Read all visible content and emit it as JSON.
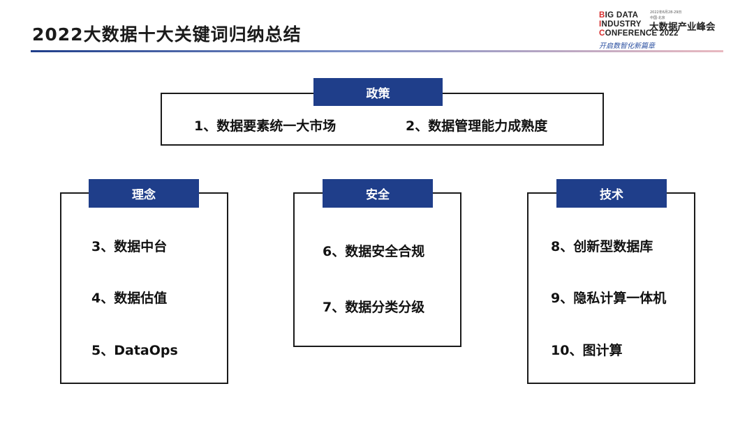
{
  "title": "2022大数据十大关键词归纳总结",
  "logo": {
    "line1": {
      "accent": "B",
      "rest": "IG DATA"
    },
    "line2": {
      "accent": "I",
      "rest": "NDUSTRY"
    },
    "line3": {
      "accent": "C",
      "rest": "ONFERENCE 2022"
    },
    "date": "2022年6月28-29日",
    "city": "中国·北京",
    "cn_name": "大数据产业峰会",
    "slogan": "开启数智化新篇章"
  },
  "sections": {
    "policy": {
      "label": "政策",
      "items": [
        "1、数据要素统一大市场",
        "2、数据管理能力成熟度"
      ]
    },
    "concept": {
      "label": "理念",
      "items": [
        "3、数据中台",
        "4、数据估值",
        "5、DataOps"
      ]
    },
    "security": {
      "label": "安全",
      "items": [
        "6、数据安全合规",
        "7、数据分类分级"
      ]
    },
    "tech": {
      "label": "技术",
      "items": [
        "8、创新型数据库",
        "9、隐私计算一体机",
        "10、图计算"
      ]
    }
  },
  "colors": {
    "accent": "#1f3e8a",
    "logo_accent": "#d62c2c"
  }
}
